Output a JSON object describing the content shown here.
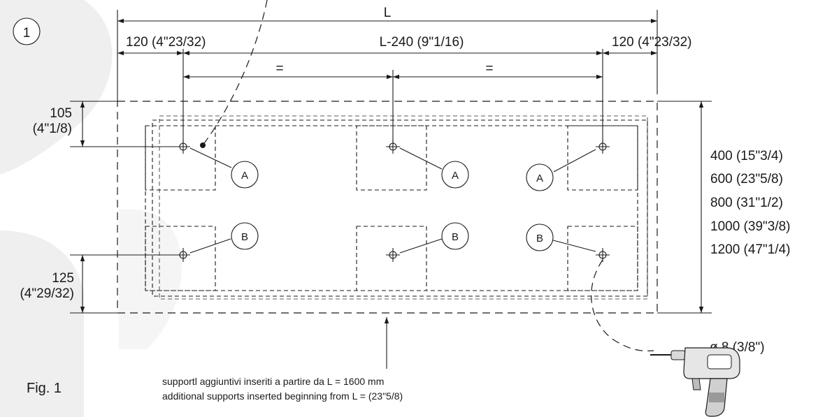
{
  "figure_number": "1",
  "figure_caption": "Fig. 1",
  "dimensions": {
    "length_label": "L",
    "left_margin": "120 (4\"23/32)",
    "center_span": "L-240 (9\"1/16)",
    "right_margin": "120 (4\"23/32)",
    "equal_left": "=",
    "equal_right": "=",
    "top_offset_mm": "105",
    "top_offset_in": "(4\"1/8)",
    "bottom_offset_mm": "125",
    "bottom_offset_in": "(4\"29/32)",
    "heights": [
      "400 (15\"3/4)",
      "600 (23\"5/8)",
      "800 (31\"1/2)",
      "1000 (39\"3/8)",
      "1200 (47\"1/4)"
    ]
  },
  "callouts": {
    "a": "A",
    "b": "B"
  },
  "drill": {
    "diameter_label": "ø 8 (3/8\")",
    "icon": "drill-icon"
  },
  "notes": {
    "italian": "supportl aggiuntivi inseriti a partire da L = 1600 mm",
    "english": "additional supports inserted  beginning from L = (23\"5/8)"
  },
  "colors": {
    "line": "#1a1a1a",
    "watermark": "#efefef",
    "drill_body": "#e6e6e6"
  }
}
